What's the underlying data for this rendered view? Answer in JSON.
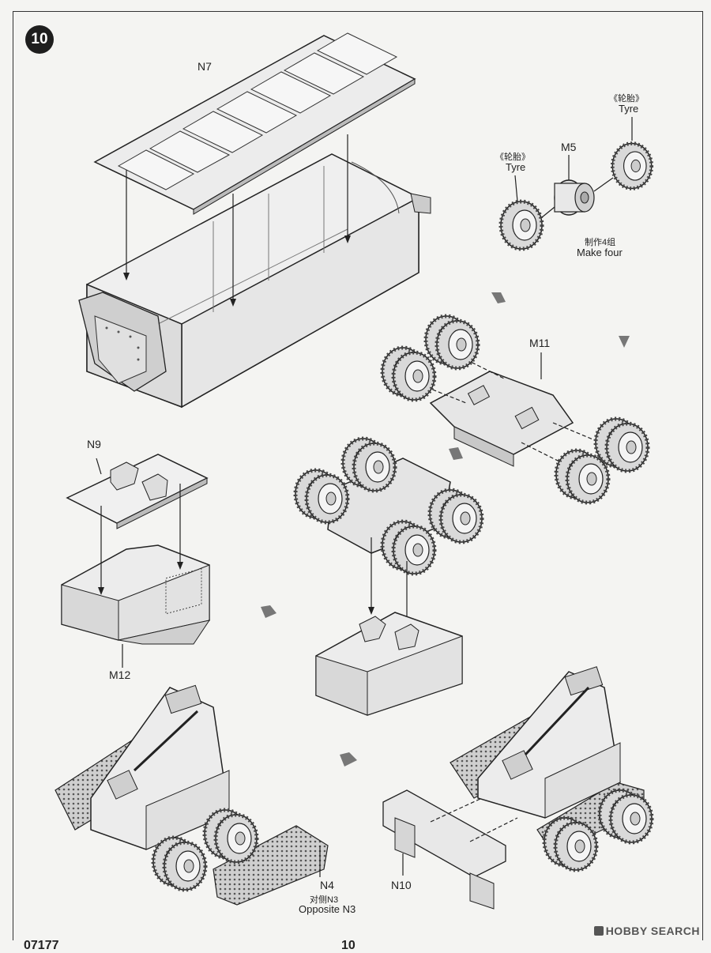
{
  "step": {
    "number": "10"
  },
  "labels": {
    "n7": "N7",
    "tyre_left_cn": "《轮胎》",
    "tyre_left_en": "Tyre",
    "tyre_right_cn": "《轮胎》",
    "tyre_right_en": "Tyre",
    "m5": "M5",
    "make_four_cn": "制作4组",
    "make_four_en": "Make four",
    "m11": "M11",
    "n9": "N9",
    "m12": "M12",
    "n4": "N4",
    "opposite_cn": "对侧N3",
    "opposite_en": "Opposite N3",
    "n10": "N10"
  },
  "footer": {
    "product_code": "07177",
    "page": "10"
  },
  "watermark": {
    "text": "HOBBY SEARCH"
  }
}
